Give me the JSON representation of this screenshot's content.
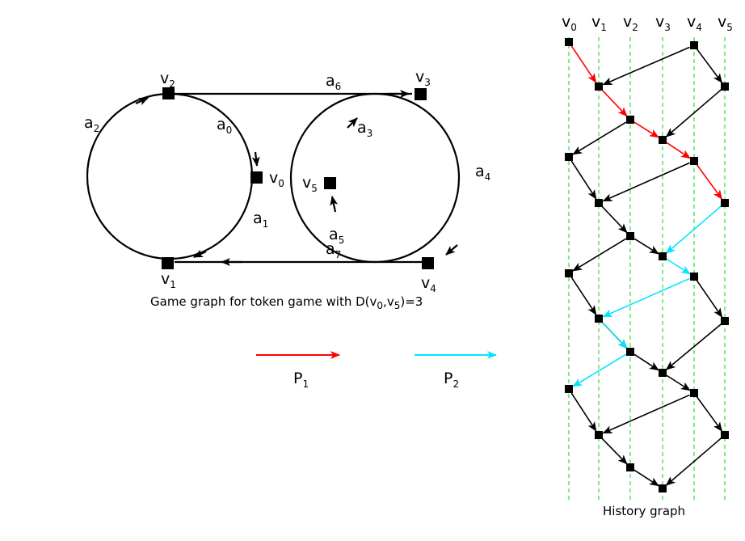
{
  "game_graph": {
    "caption": "Game graph for token game with D(v0,v5)=3",
    "caption_parts": {
      "pre": "Game graph for token game with D(v",
      "s0": "0",
      "mid": ",v",
      "s5": "5",
      "post": ")=3"
    },
    "vertices": [
      {
        "id": "v0",
        "base": "v",
        "sub": "0"
      },
      {
        "id": "v1",
        "base": "v",
        "sub": "1"
      },
      {
        "id": "v2",
        "base": "v",
        "sub": "2"
      },
      {
        "id": "v3",
        "base": "v",
        "sub": "3"
      },
      {
        "id": "v4",
        "base": "v",
        "sub": "4"
      },
      {
        "id": "v5",
        "base": "v",
        "sub": "5"
      }
    ],
    "arcs": [
      {
        "id": "a0",
        "base": "a",
        "sub": "0",
        "from": "v2",
        "to": "v0"
      },
      {
        "id": "a1",
        "base": "a",
        "sub": "1",
        "from": "v0",
        "to": "v1"
      },
      {
        "id": "a2",
        "base": "a",
        "sub": "2",
        "from": "v1",
        "to": "v2"
      },
      {
        "id": "a3",
        "base": "a",
        "sub": "3",
        "from": "v5",
        "to": "v3"
      },
      {
        "id": "a4",
        "base": "a",
        "sub": "4",
        "from": "v3",
        "to": "v4"
      },
      {
        "id": "a5",
        "base": "a",
        "sub": "5",
        "from": "v4",
        "to": "v5"
      },
      {
        "id": "a6",
        "base": "a",
        "sub": "6",
        "from": "v2",
        "to": "v3"
      },
      {
        "id": "a7",
        "base": "a",
        "sub": "7",
        "from": "v4",
        "to": "v1"
      }
    ]
  },
  "legend": [
    {
      "id": "P1",
      "base": "P",
      "sub": "1",
      "color": "#ff0000"
    },
    {
      "id": "P2",
      "base": "P",
      "sub": "2",
      "color": "#00e5ff"
    }
  ],
  "history_graph": {
    "caption": "History graph",
    "columns": [
      {
        "base": "v",
        "sub": "0"
      },
      {
        "base": "v",
        "sub": "1"
      },
      {
        "base": "v",
        "sub": "2"
      },
      {
        "base": "v",
        "sub": "3"
      },
      {
        "base": "v",
        "sub": "4"
      },
      {
        "base": "v",
        "sub": "5"
      }
    ],
    "edge_color": "#000000",
    "grid_color": "#33dd33"
  }
}
